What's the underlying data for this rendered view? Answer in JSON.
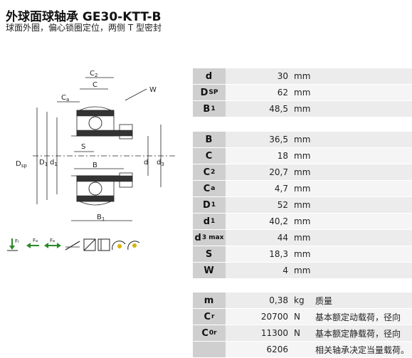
{
  "header": {
    "title": "外球面球轴承 GE30-KTT-B",
    "subtitle": "球面外圈，偏心锁圈定位，两侧 T 型密封"
  },
  "drawing": {
    "labels": {
      "c2": "C",
      "c2_sub": "2",
      "c": "C",
      "ca": "C",
      "ca_sub": "a",
      "w": "W",
      "dsp": "D",
      "dsp_sub": "sp",
      "D1": "D",
      "D1_sub": "1",
      "d1": "d",
      "d1_sub": "1",
      "s": "S",
      "b": "B",
      "d": "d",
      "d3": "d",
      "d3_sub": "3",
      "b1": "B",
      "b1_sub": "1"
    }
  },
  "icons": {
    "fr": "F",
    "fr_sub": "r",
    "fa": "F",
    "fa_sub": "a"
  },
  "groups": [
    [
      {
        "sym": "d",
        "sub": "",
        "value": "30",
        "unit": "mm",
        "desc": ""
      },
      {
        "sym": "D",
        "sub": "SP",
        "value": "62",
        "unit": "mm",
        "desc": ""
      },
      {
        "sym": "B",
        "sub": "1",
        "value": "48,5",
        "unit": "mm",
        "desc": ""
      }
    ],
    [
      {
        "sym": "B",
        "sub": "",
        "value": "36,5",
        "unit": "mm",
        "desc": ""
      },
      {
        "sym": "C",
        "sub": "",
        "value": "18",
        "unit": "mm",
        "desc": ""
      },
      {
        "sym": "C",
        "sub": "2",
        "value": "20,7",
        "unit": "mm",
        "desc": ""
      },
      {
        "sym": "C",
        "sub": "a",
        "value": "4,7",
        "unit": "mm",
        "desc": ""
      },
      {
        "sym": "D",
        "sub": "1",
        "value": "52",
        "unit": "mm",
        "desc": ""
      },
      {
        "sym": "d",
        "sub": "1",
        "value": "40,2",
        "unit": "mm",
        "desc": ""
      },
      {
        "sym": "d",
        "sub": "3 max",
        "value": "44",
        "unit": "mm",
        "desc": ""
      },
      {
        "sym": "S",
        "sub": "",
        "value": "18,3",
        "unit": "mm",
        "desc": ""
      },
      {
        "sym": "W",
        "sub": "",
        "value": "4",
        "unit": "mm",
        "desc": ""
      }
    ],
    [
      {
        "sym": "m",
        "sub": "",
        "value": "0,38",
        "unit": "kg",
        "desc": "质量"
      },
      {
        "sym": "C",
        "sub": "r",
        "value": "20700",
        "unit": "N",
        "desc": "基本额定动载荷，径向"
      },
      {
        "sym": "C",
        "sub": "0r",
        "value": "11300",
        "unit": "N",
        "desc": "基本额定静载荷，径向"
      },
      {
        "sym": "",
        "sub": "",
        "value": "6206",
        "unit": "",
        "desc": "相关轴承决定当量载荷。"
      }
    ]
  ]
}
